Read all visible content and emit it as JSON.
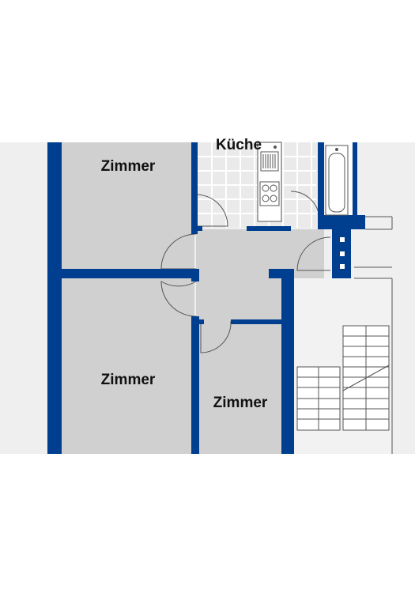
{
  "colors": {
    "page_background": "#ffffff",
    "outer_background": "#efefef",
    "room_fill": "#d0d0d0",
    "kitchen_tile": "#eaeaea",
    "wall": "#003f8f",
    "line": "#555555",
    "text": "#111111"
  },
  "rooms": [
    {
      "id": "zimmer-top-left",
      "label": "Zimmer"
    },
    {
      "id": "kueche",
      "label": "Küche"
    },
    {
      "id": "zimmer-bottom-left",
      "label": "Zimmer"
    },
    {
      "id": "zimmer-bottom-middle",
      "label": "Zimmer"
    }
  ],
  "fixtures": [
    {
      "name": "bathtub-icon"
    },
    {
      "name": "stove-icon"
    },
    {
      "name": "sink-icon"
    },
    {
      "name": "staircase-icon"
    }
  ]
}
